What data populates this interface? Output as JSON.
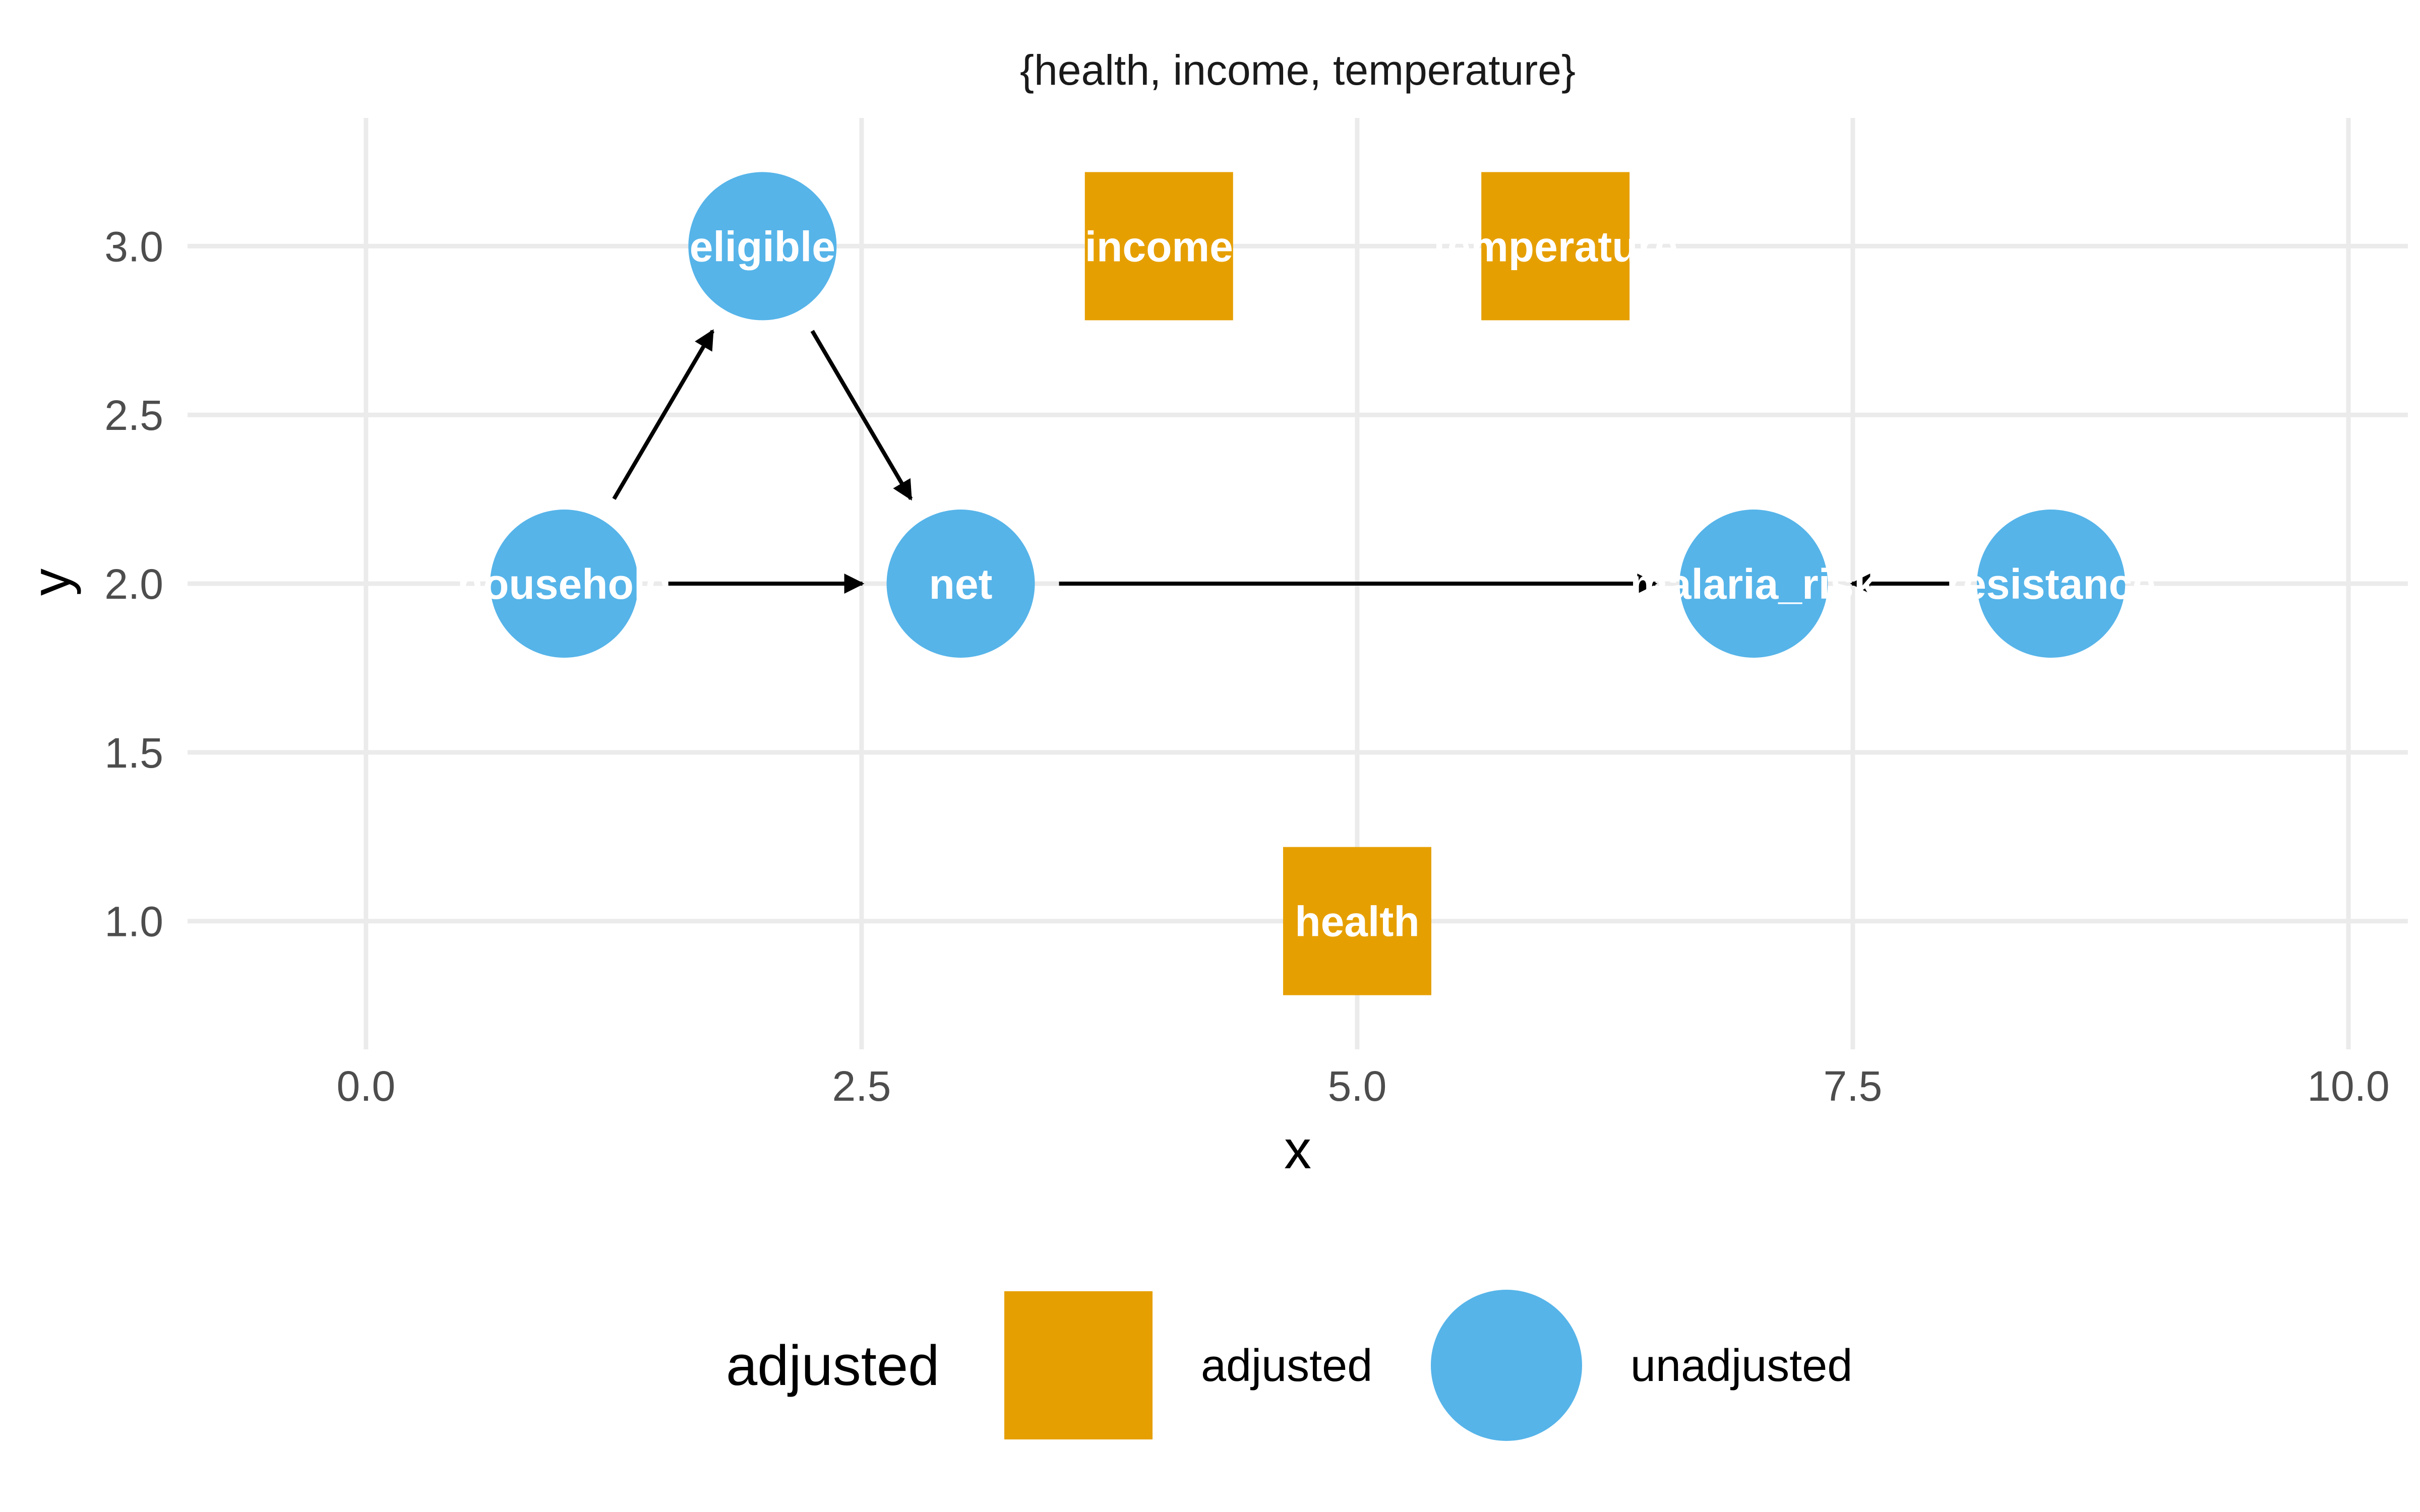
{
  "chart_data": {
    "type": "scatter",
    "title": "{health, income, temperature}",
    "xlabel": "x",
    "ylabel": "y",
    "xlim": [
      -0.9,
      10.3
    ],
    "ylim": [
      0.62,
      3.38
    ],
    "x_ticks": [
      0.0,
      2.5,
      5.0,
      7.5,
      10.0
    ],
    "x_tick_labels": [
      "0.0",
      "2.5",
      "5.0",
      "7.5",
      "10.0"
    ],
    "y_ticks": [
      1.0,
      1.5,
      2.0,
      2.5,
      3.0
    ],
    "y_tick_labels": [
      "1.0",
      "1.5",
      "2.0",
      "2.5",
      "3.0"
    ],
    "grid": true,
    "nodes": [
      {
        "id": "eligible",
        "label": "eligible",
        "x": 2.0,
        "y": 3.0,
        "status": "unadjusted"
      },
      {
        "id": "income",
        "label": "income",
        "x": 4.0,
        "y": 3.0,
        "status": "adjusted"
      },
      {
        "id": "temperature",
        "label": "temperature",
        "x": 6.0,
        "y": 3.0,
        "status": "adjusted"
      },
      {
        "id": "household",
        "label": "household",
        "x": 1.0,
        "y": 2.0,
        "status": "unadjusted"
      },
      {
        "id": "net",
        "label": "net",
        "x": 3.0,
        "y": 2.0,
        "status": "unadjusted"
      },
      {
        "id": "malaria_risk",
        "label": "malaria_risk",
        "x": 7.0,
        "y": 2.0,
        "status": "unadjusted"
      },
      {
        "id": "resistance",
        "label": "resistance",
        "x": 8.5,
        "y": 2.0,
        "status": "unadjusted"
      },
      {
        "id": "health",
        "label": "health",
        "x": 5.0,
        "y": 1.0,
        "status": "adjusted"
      }
    ],
    "edges": [
      {
        "from": "household",
        "to": "eligible"
      },
      {
        "from": "eligible",
        "to": "net"
      },
      {
        "from": "household",
        "to": "net"
      },
      {
        "from": "net",
        "to": "malaria_risk"
      },
      {
        "from": "resistance",
        "to": "malaria_risk"
      }
    ],
    "legend": {
      "title": "adjusted",
      "position": "bottom",
      "entries": [
        {
          "label": "adjusted",
          "shape": "square",
          "color": "#E69F00"
        },
        {
          "label": "unadjusted",
          "shape": "circle",
          "color": "#56B4E9"
        }
      ]
    },
    "colors": {
      "adjusted": "#E69F00",
      "unadjusted": "#56B4E9",
      "edge": "#000000",
      "grid": "#ebebeb"
    }
  }
}
